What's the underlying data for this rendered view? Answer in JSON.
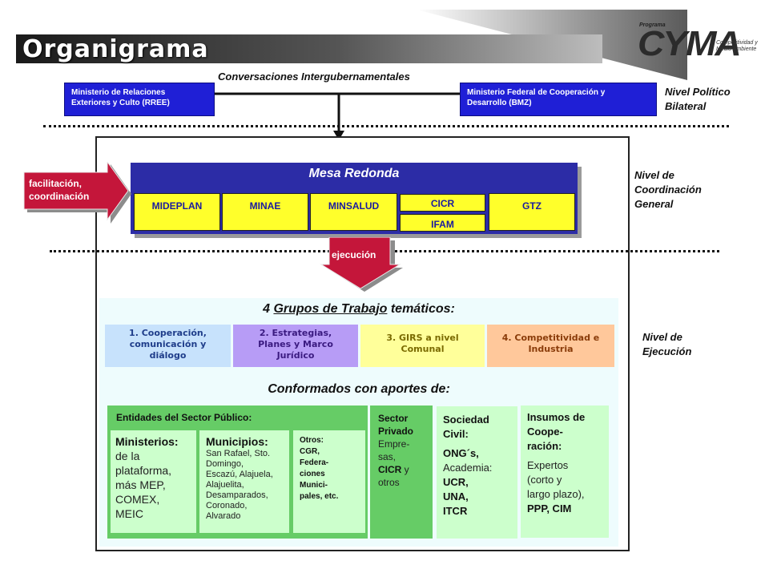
{
  "header": {
    "title": "Organigrama"
  },
  "logo": {
    "programa": "Programa",
    "name": "CYMA",
    "tagline_1": "Competitividad y",
    "tagline_2": "Medio Ambiente"
  },
  "political_level": {
    "connector_label": "Conversaciones Intergubernamentales",
    "left_entity_line1": "Ministerio de Relaciones",
    "left_entity_line2": "Exteriores y Culto (RREE)",
    "right_entity_line1": "Ministerio Federal de Cooperación y",
    "right_entity_line2": "Desarrollo (BMZ)",
    "level_label_line1": "Nivel Político",
    "level_label_line2": "Bilateral"
  },
  "coordination_level": {
    "title": "Mesa Redonda",
    "members": [
      "MIDEPLAN",
      "MINAE",
      "MINSALUD",
      "CICR",
      "IFAM",
      "GTZ"
    ],
    "side_arrow_line1": "facilitación,",
    "side_arrow_line2": "coordinación",
    "level_label_line1": "Nivel de",
    "level_label_line2": "Coordinación",
    "level_label_line3": "General",
    "down_arrow_label": "ejecución"
  },
  "execution_level": {
    "groups_title_pre": "4 ",
    "groups_title_underlined": "Grupos de Trabajo",
    "groups_title_post": " temáticos:",
    "groups": [
      {
        "line1": "1. Cooperación,",
        "line2": "comunicación y",
        "line3": "diálogo"
      },
      {
        "line1": "2. Estrategias,",
        "line2": "Planes y Marco",
        "line3": "Jurídico"
      },
      {
        "line1": "3. GIRS a nivel",
        "line2": "Comunal"
      },
      {
        "line1": "4. Competitividad e",
        "line2": "Industria"
      }
    ],
    "contributors_title": "Conformados con aportes de:",
    "level_label_line1": "Nivel de",
    "level_label_line2": "Ejecución",
    "public_sector": {
      "title": "Entidades del Sector Público:",
      "ministries_title": "Ministerios:",
      "ministries_lines": [
        "de la",
        "plataforma,",
        "más MEP,",
        "COMEX,",
        "MEIC"
      ],
      "municipalities_title": "Municipios:",
      "municipalities_lines": [
        "San Rafael, Sto.",
        "Domingo,",
        "Escazú, Alajuela,",
        "Alajuelita,",
        "Desamparados,",
        "Coronado,",
        "Alvarado"
      ],
      "others_lines": [
        "Otros:",
        "CGR,",
        "Federa-",
        "ciones",
        "Munici-",
        "pales, etc."
      ]
    },
    "private_sector": {
      "title_line1": "Sector",
      "title_line2": "Privado",
      "lines": [
        "Empre-",
        "sas,"
      ],
      "bold_item": "CICR",
      "tail": " y",
      "last": "otros"
    },
    "civil_society": {
      "title_line1": "Sociedad",
      "title_line2": "Civil:",
      "ong": "ONG´s,",
      "academia": "Academia:",
      "items": [
        "UCR,",
        "UNA,",
        "ITCR"
      ]
    },
    "cooperation": {
      "title_lines": [
        "Insumos de",
        "Coope-",
        "ración:"
      ],
      "lines": [
        "Expertos",
        "(corto y",
        "largo plazo),"
      ],
      "bold_tail": "PPP,  CIM"
    }
  },
  "colors": {
    "entity_blue": "#1f1fd6",
    "mesa_blue": "#2c2ca6",
    "member_yellow": "#ffff2b",
    "arrow_red": "#c4163a",
    "green": "#66cc66",
    "green_light": "#ccffcc"
  }
}
